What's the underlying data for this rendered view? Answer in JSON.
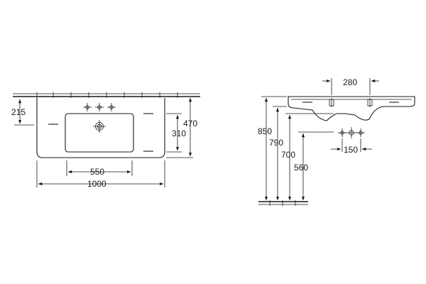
{
  "front_view": {
    "dim_width_total": "1000",
    "dim_bowl_width": "550",
    "dim_depth": "470",
    "dim_bowl_depth": "310",
    "dim_drain_offset": "215"
  },
  "side_view": {
    "dim_tap_spacing_top": "280",
    "dim_height_850": "850",
    "dim_height_790": "790",
    "dim_height_700": "700",
    "dim_height_560": "560",
    "dim_valve_spacing": "150"
  }
}
